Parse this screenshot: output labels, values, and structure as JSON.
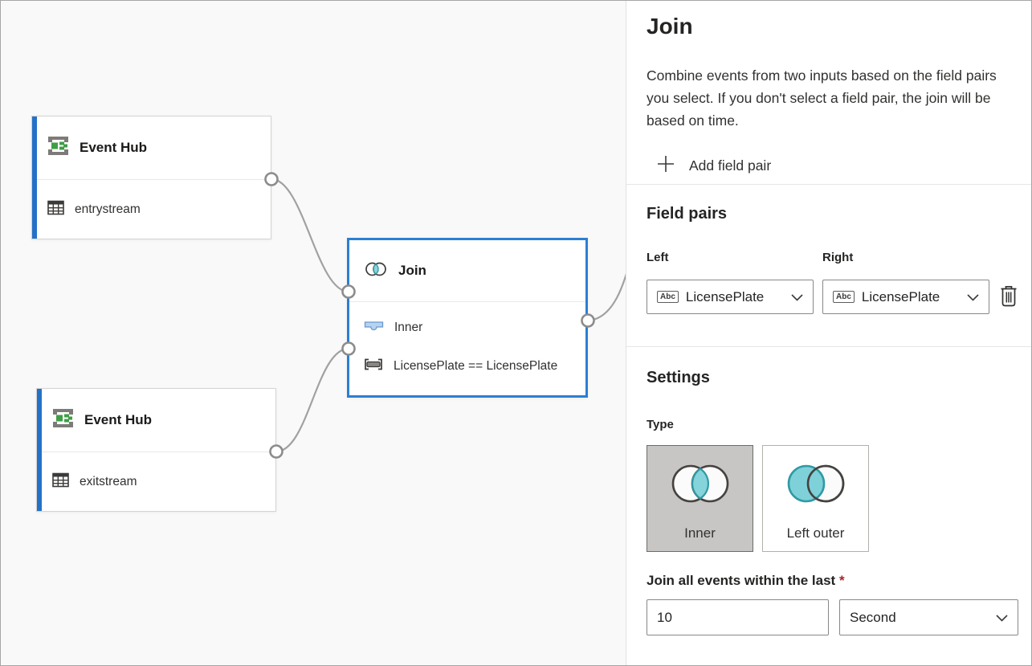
{
  "canvas": {
    "nodes": [
      {
        "title": "Event Hub",
        "subtitle": "entrystream"
      },
      {
        "title": "Event Hub",
        "subtitle": "exitstream"
      },
      {
        "title": "Join",
        "join_type_row": "Inner",
        "expression_row": "LicensePlate == LicensePlate"
      }
    ]
  },
  "panel": {
    "title": "Join",
    "description": "Combine events from two inputs based on the field pairs you select. If you don't select a field pair, the join will be based on time.",
    "add_field_pair_label": "Add field pair",
    "field_pairs": {
      "heading": "Field pairs",
      "left_label": "Left",
      "right_label": "Right",
      "left_value": "LicensePlate",
      "right_value": "LicensePlate",
      "field_type_badge": "Abc"
    },
    "settings": {
      "heading": "Settings",
      "type_label": "Type",
      "options": [
        {
          "label": "Inner",
          "selected": true
        },
        {
          "label": "Left outer",
          "selected": false
        }
      ],
      "window_label": "Join all events within the last",
      "required_marker": "*",
      "window_value": "10",
      "window_unit": "Second"
    }
  },
  "colors": {
    "accent_blue": "#2472c8",
    "join_border_blue": "#2b7fd4",
    "teal_fill": "#7fd1d9",
    "teal_stroke": "#2f9aa5",
    "connector_gray": "#a3a19f",
    "selected_option_bg": "#c8c6c4",
    "required_red": "#a4262c"
  }
}
